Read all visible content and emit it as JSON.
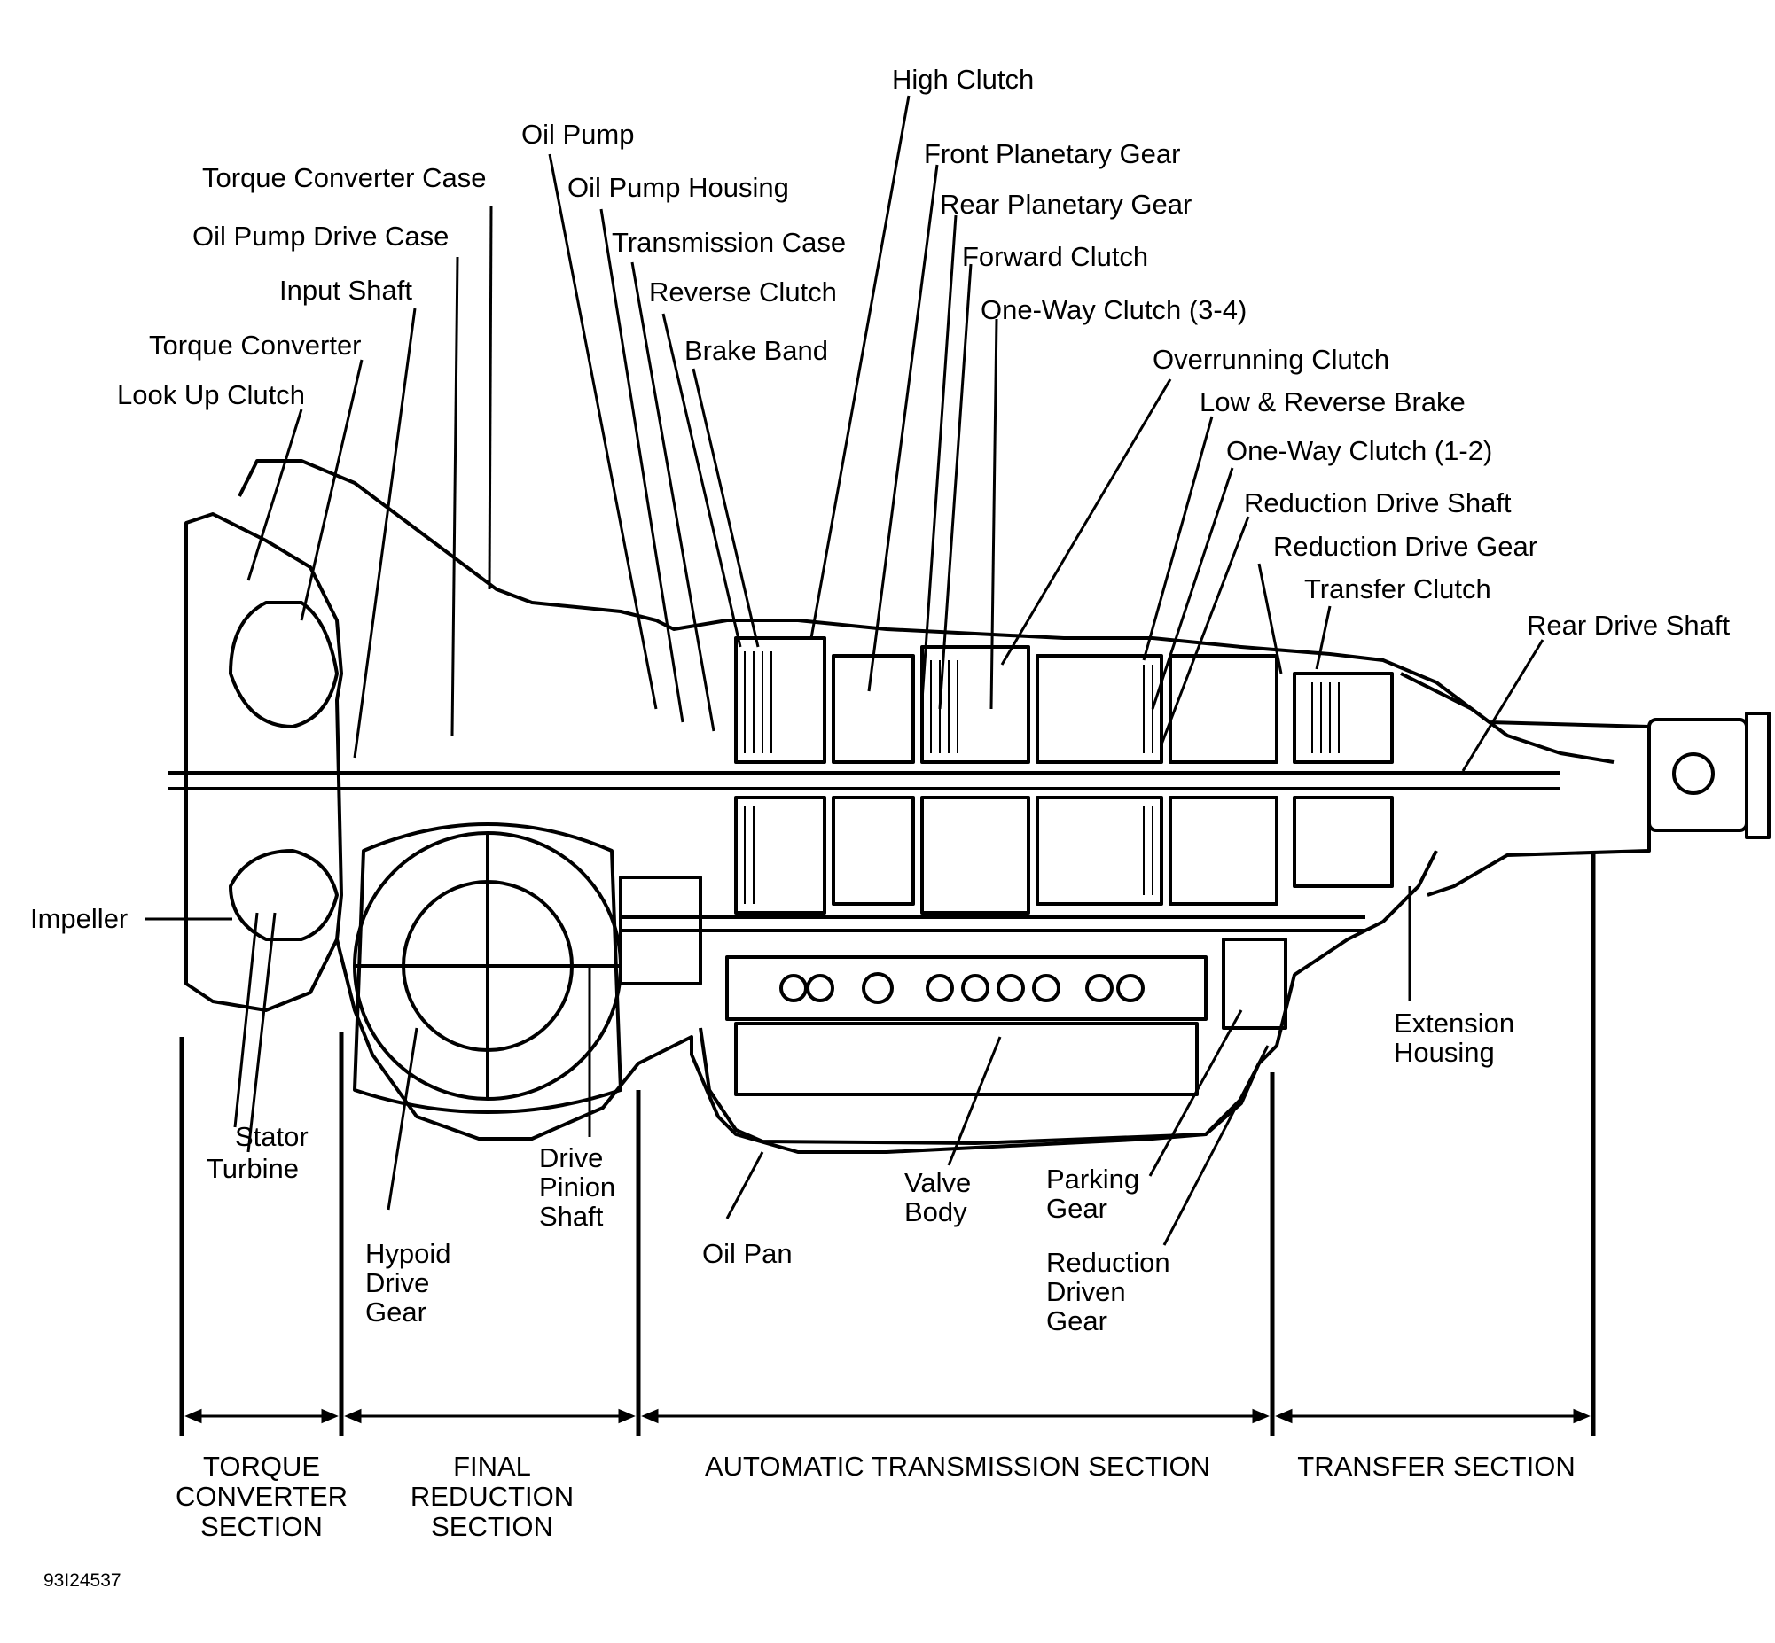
{
  "labels": {
    "high_clutch": "High Clutch",
    "oil_pump": "Oil Pump",
    "front_planetary_gear": "Front Planetary Gear",
    "torque_converter_case": "Torque Converter Case",
    "oil_pump_housing": "Oil Pump Housing",
    "rear_planetary_gear": "Rear Planetary Gear",
    "oil_pump_drive_case": "Oil Pump Drive Case",
    "transmission_case": "Transmission Case",
    "forward_clutch": "Forward Clutch",
    "input_shaft": "Input Shaft",
    "reverse_clutch": "Reverse Clutch",
    "one_way_clutch_3_4": "One-Way Clutch (3-4)",
    "torque_converter": "Torque Converter",
    "brake_band": "Brake Band",
    "overrunning_clutch": "Overrunning Clutch",
    "look_up_clutch": "Look Up Clutch",
    "low_reverse_brake": "Low & Reverse Brake",
    "one_way_clutch_1_2": "One-Way Clutch (1-2)",
    "reduction_drive_shaft": "Reduction Drive Shaft",
    "reduction_drive_gear": "Reduction Drive Gear",
    "transfer_clutch": "Transfer Clutch",
    "rear_drive_shaft": "Rear Drive Shaft",
    "impeller": "Impeller",
    "extension_housing": "Extension\nHousing",
    "stator": "Stator",
    "turbine": "Turbine",
    "drive_pinion_shaft": "Drive\nPinion\nShaft",
    "valve_body": "Valve\nBody",
    "parking_gear": "Parking\nGear",
    "hypoid_drive_gear": "Hypoid\nDrive\nGear",
    "oil_pan": "Oil Pan",
    "reduction_driven_gear": "Reduction\nDriven\nGear"
  },
  "sections": {
    "torque_converter": "TORQUE\nCONVERTER\nSECTION",
    "final_reduction": "FINAL\nREDUCTION\nSECTION",
    "automatic_transmission": "AUTOMATIC TRANSMISSION SECTION",
    "transfer": "TRANSFER SECTION"
  },
  "reference_code": "93I24537"
}
